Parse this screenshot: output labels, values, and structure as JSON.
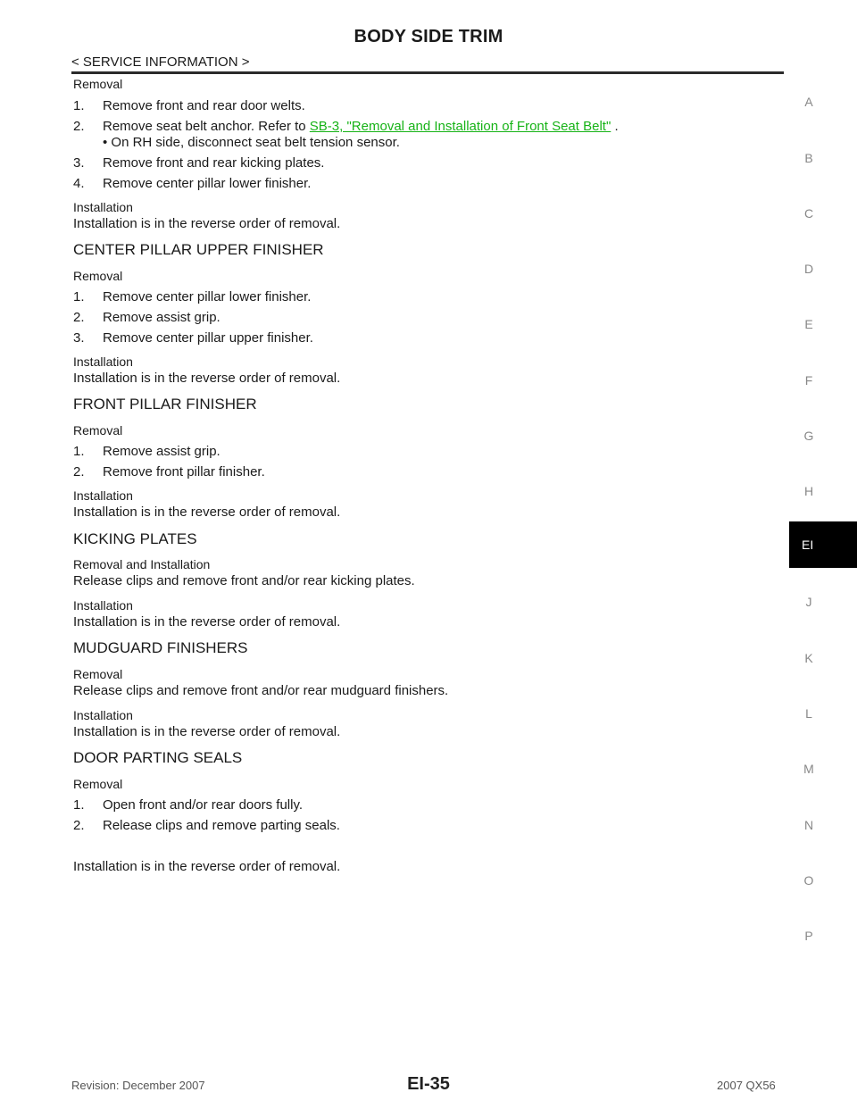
{
  "header": {
    "title": "BODY SIDE TRIM",
    "section": "< SERVICE INFORMATION >"
  },
  "content": {
    "removal_1": "Removal",
    "r1_steps": [
      "1.",
      "Remove front and rear door welts.",
      "2.",
      "Remove seat belt anchor. Refer to ",
      "3.",
      "Remove front and rear kicking plates.",
      "4.",
      "Remove center pillar lower finisher."
    ],
    "r1_link": "SB-3, \"Removal and Installation of Front Seat Belt\"",
    "r1_link_after": " .",
    "r1_bullet": "• On RH side, disconnect seat belt tension sensor.",
    "install_label": "Installation",
    "install_text": "Installation is in the reverse order of removal.",
    "h_center_pillar": "CENTER PILLAR UPPER FINISHER",
    "removal_label": "Removal",
    "cp_steps": [
      "1.",
      "Remove center pillar lower finisher.",
      "2.",
      "Remove assist grip.",
      "3.",
      "Remove center pillar upper finisher."
    ],
    "h_front_pillar": "FRONT PILLAR FINISHER",
    "fp_steps": [
      "1.",
      "Remove assist grip.",
      "2.",
      "Remove front pillar finisher."
    ],
    "h_kicking": "KICKING PLATES",
    "kick_sub": "Removal and Installation",
    "kick_text": "Release clips and remove front and/or rear kicking plates.",
    "h_mudguard": "MUDGUARD FINISHERS",
    "mud_text": "Release clips and remove front and/or rear mudguard finishers.",
    "h_door": "DOOR PARTING SEALS",
    "door_steps": [
      "1.",
      "Open front and/or rear doors fully.",
      "2.",
      "Release clips and remove parting seals."
    ]
  },
  "side_index": [
    "A",
    "B",
    "C",
    "D",
    "E",
    "F",
    "G",
    "H",
    "EI",
    "J",
    "K",
    "L",
    "M",
    "N",
    "O",
    "P"
  ],
  "side_index_active": "EI",
  "footer": {
    "revision": "Revision: December 2007",
    "page": "EI-35",
    "model": "2007 QX56"
  },
  "colors": {
    "link": "#17b317",
    "rule": "#2b2b2b",
    "tab_active": "#000000"
  }
}
